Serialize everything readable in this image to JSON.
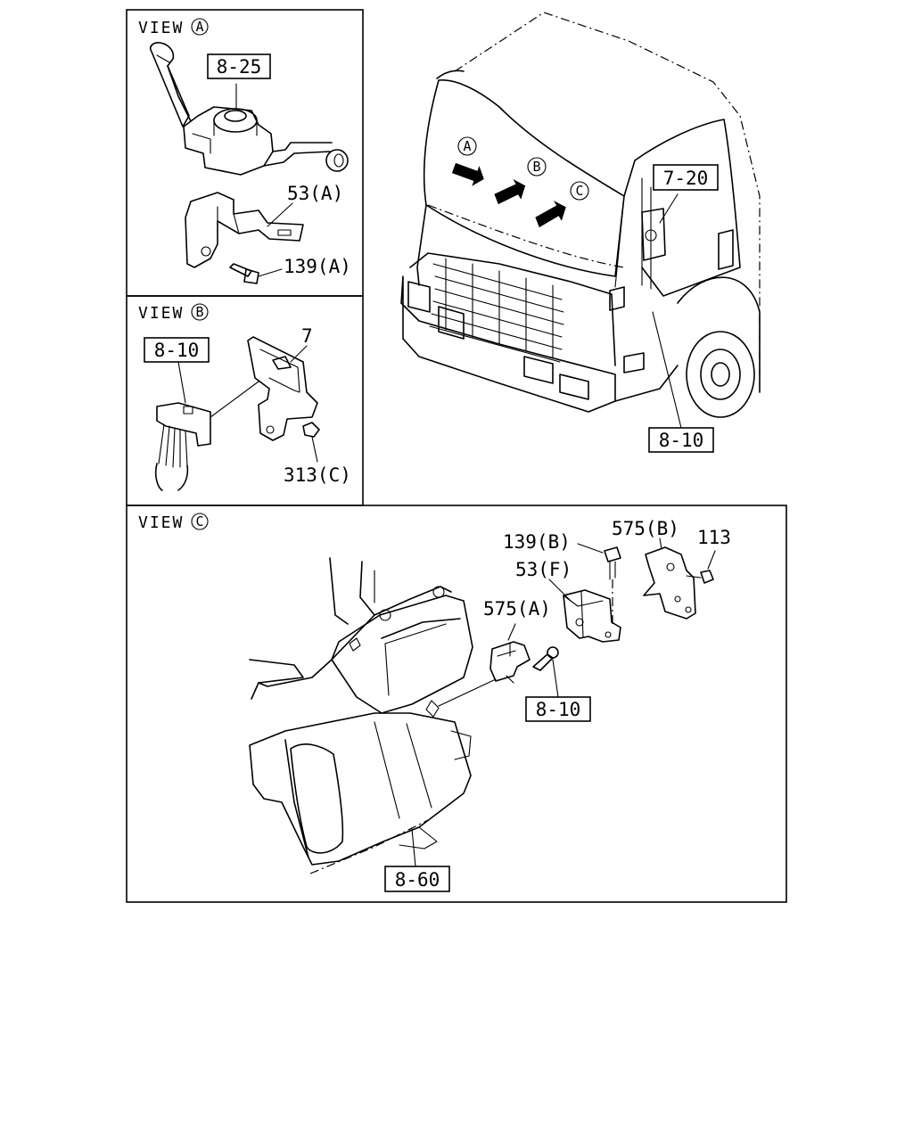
{
  "views": {
    "a": {
      "title": "VIEW",
      "letter": "A"
    },
    "b": {
      "title": "VIEW",
      "letter": "B"
    },
    "c": {
      "title": "VIEW",
      "letter": "C"
    }
  },
  "arrows": {
    "a": "A",
    "b": "B",
    "c": "C"
  },
  "refs": {
    "view_a_switch": "8-25",
    "view_b_connector": "8-10",
    "cab_mirror": "7-20",
    "cab_harness": "8-10",
    "view_c_clip": "8-10",
    "view_c_unit": "8-60"
  },
  "parts": {
    "bracket_53a": "53(A)",
    "bolt_139a": "139(A)",
    "bracket_7": "7",
    "bolt_313c": "313(C)",
    "bolt_139b": "139(B)",
    "bracket_575b": "575(B)",
    "bolt_113": "113",
    "bracket_53f": "53(F)",
    "clip_575a": "575(A)"
  }
}
